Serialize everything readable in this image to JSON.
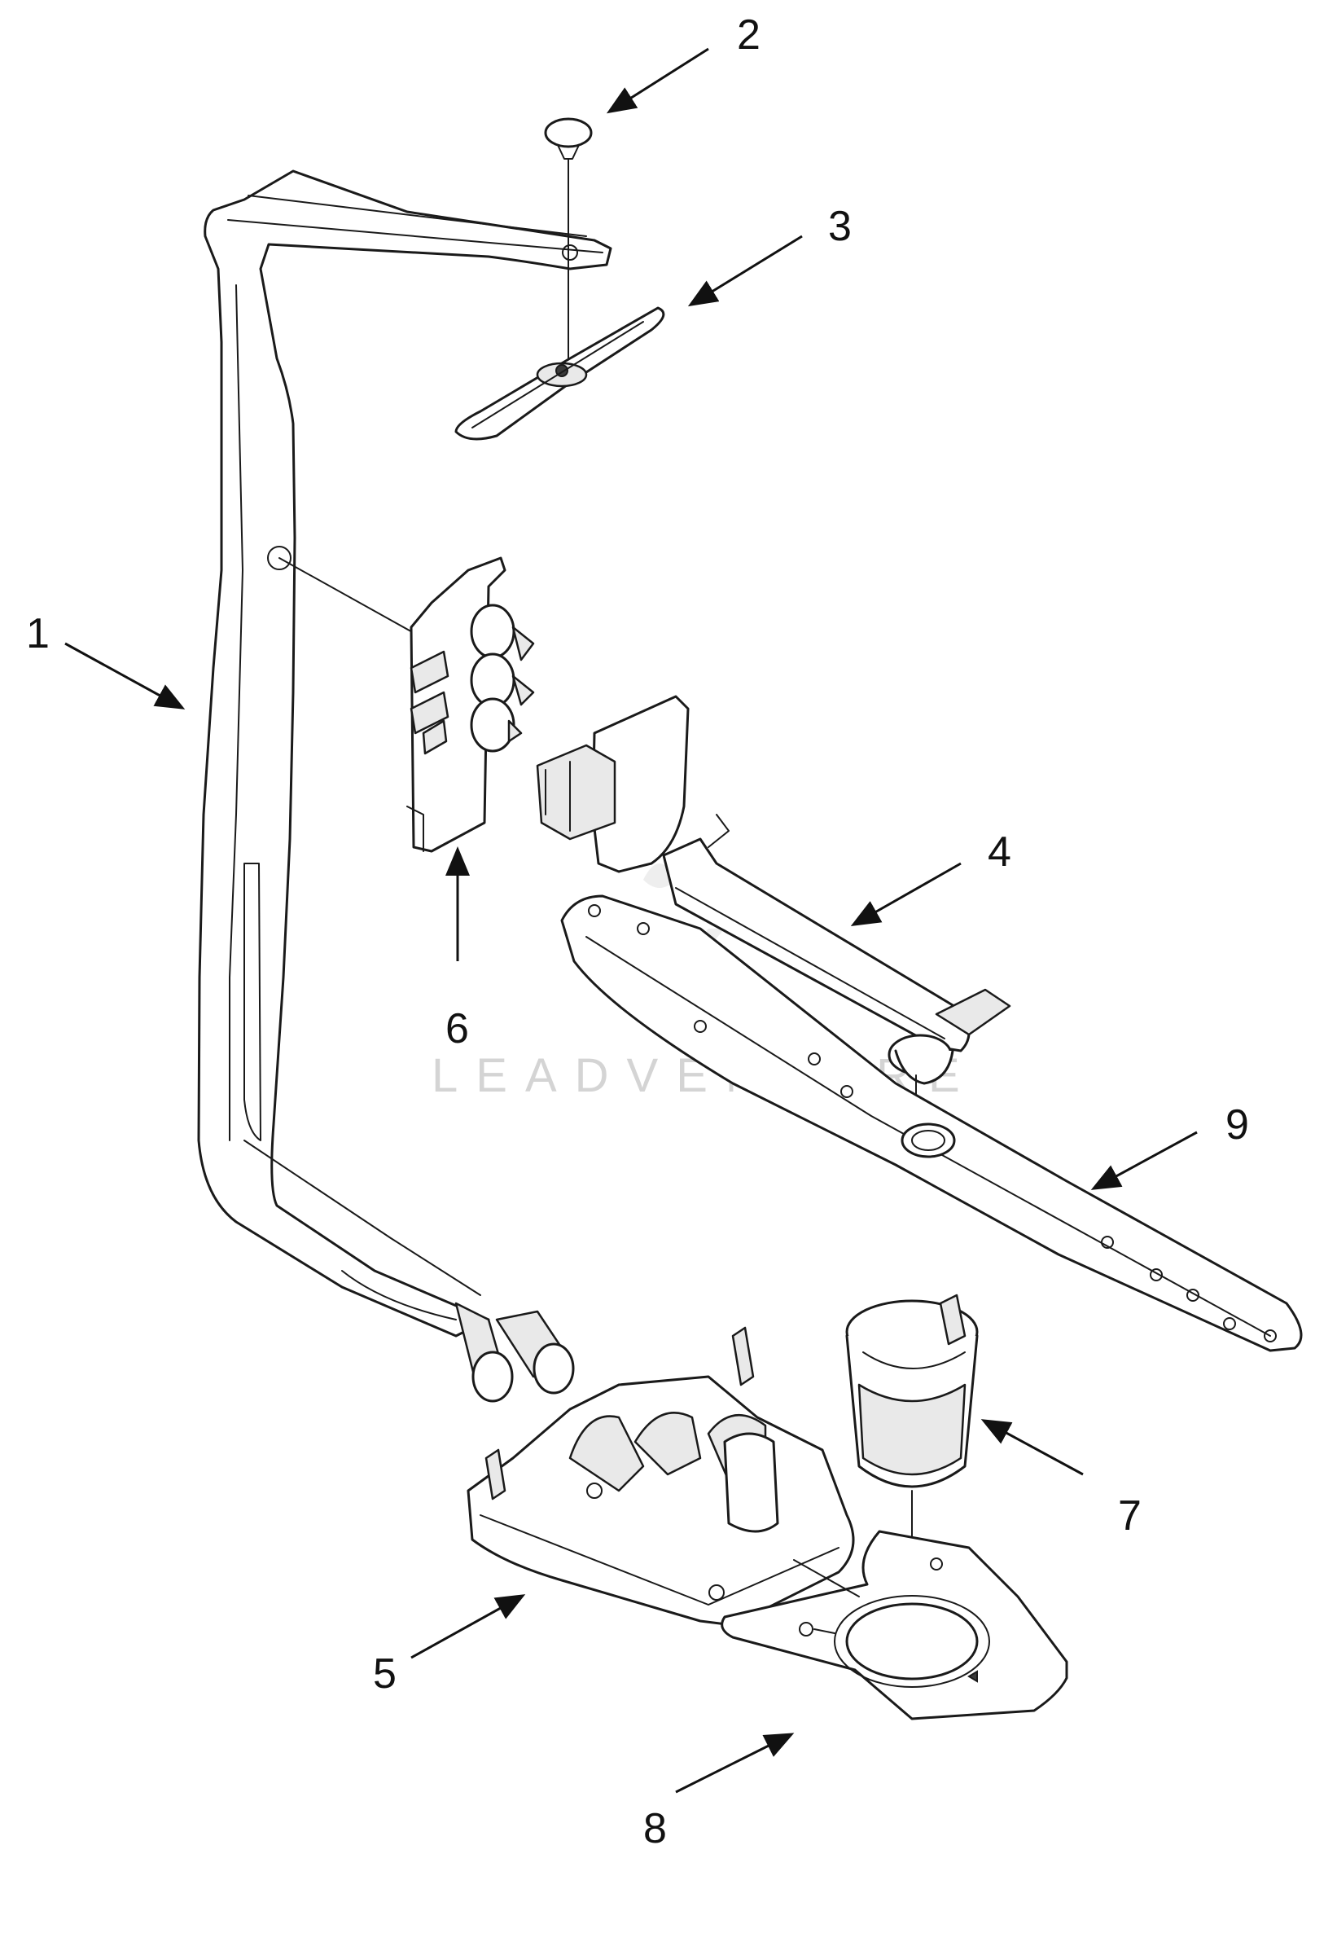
{
  "diagram": {
    "watermark": "LEADVENTURE",
    "callouts": [
      {
        "id": "1",
        "label": "1"
      },
      {
        "id": "2",
        "label": "2"
      },
      {
        "id": "3",
        "label": "3"
      },
      {
        "id": "4",
        "label": "4"
      },
      {
        "id": "5",
        "label": "5"
      },
      {
        "id": "6",
        "label": "6"
      },
      {
        "id": "7",
        "label": "7"
      },
      {
        "id": "8",
        "label": "8"
      },
      {
        "id": "9",
        "label": "9"
      }
    ]
  },
  "colors": {
    "line": "#1a1a1a",
    "background": "#ffffff",
    "watermark": "#d4d4d4"
  }
}
